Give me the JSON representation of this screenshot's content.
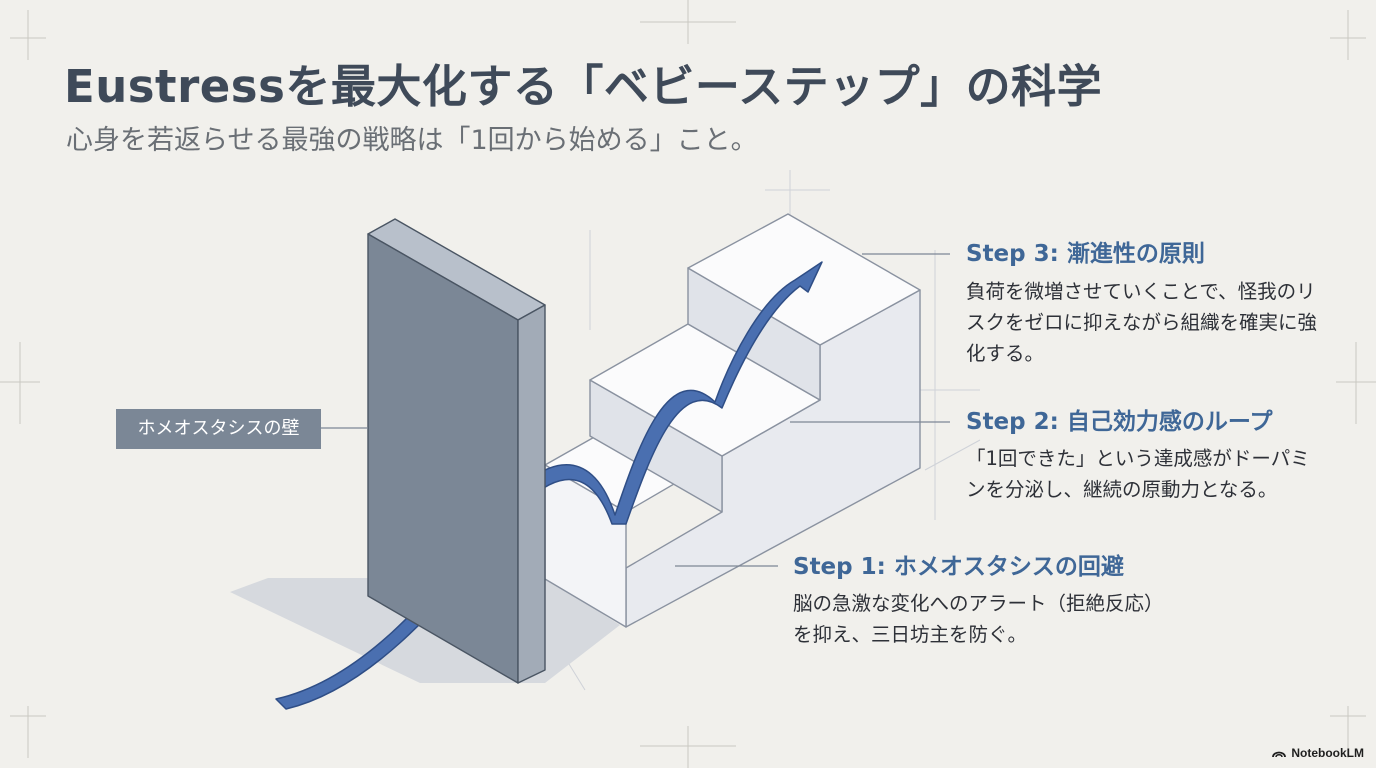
{
  "slide": {
    "title": "Eustressを最大化する「ベビーステップ」の科学",
    "subtitle": "心身を若返らせる最強の戦略は「1回から始める」こと。"
  },
  "wall": {
    "label": "ホメオスタシスの壁"
  },
  "steps": [
    {
      "heading": "Step 3: 漸進性の原則",
      "body": "負荷を微増させていくことで、怪我のリスクをゼロに抑えながら組織を確実に強化する。"
    },
    {
      "heading": "Step 2: 自己効力感のループ",
      "body": "「1回できた」という達成感がドーパミンを分泌し、継続の原動力となる。"
    },
    {
      "heading": "Step 1: ホメオスタシスの回避",
      "body": "脳の急激な変化へのアラート（拒絶反応）を抑え、三日坊主を防ぐ。"
    }
  ],
  "branding": {
    "label": "NotebookLM",
    "icon": "notebooklm-logo-icon"
  },
  "colors": {
    "background": "#f1f0ec",
    "title": "#3f4a59",
    "accent_blue": "#3f6797",
    "arrow_blue": "#4a6fb0",
    "wall": "#7b8796"
  }
}
